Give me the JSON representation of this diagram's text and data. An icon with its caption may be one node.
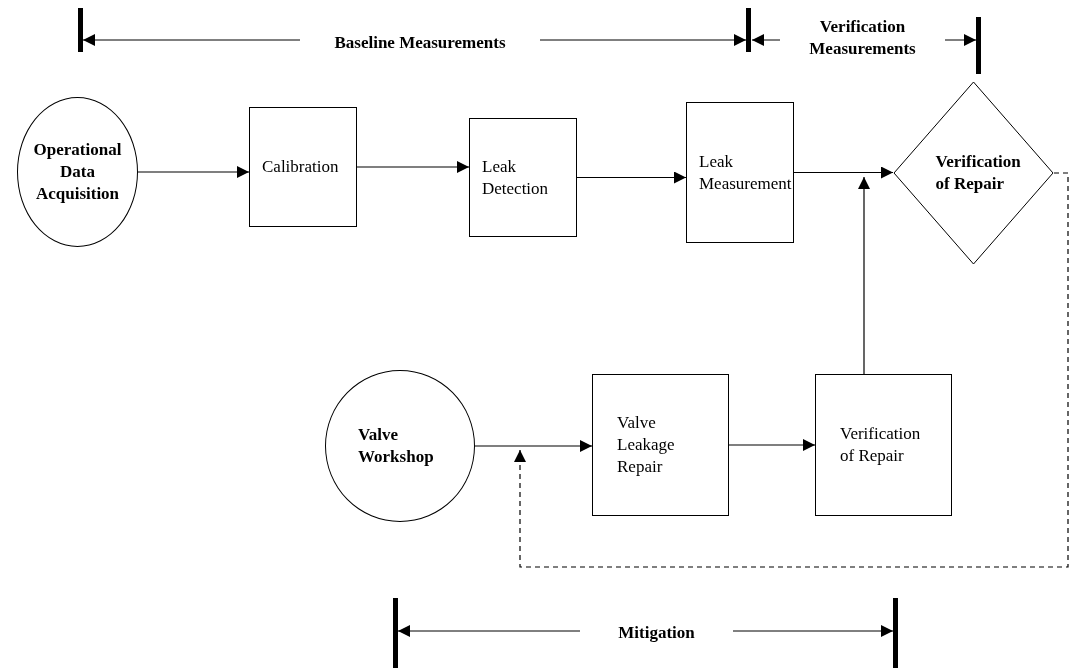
{
  "diagram": {
    "nodes": [
      {
        "text": [
          "Operational Data Acquisition"
        ]
      },
      {
        "text": [
          "Calibration"
        ]
      },
      {
        "text": [
          "Leak Detection"
        ]
      },
      {
        "text": [
          "Leak Measurement"
        ]
      },
      {
        "text": [
          "Verification of Repair"
        ]
      },
      {
        "text": [
          "Valve Workshop"
        ]
      },
      {
        "text": [
          "Valve Leakage Repair"
        ]
      },
      {
        "text": [
          "Verification of Repair"
        ]
      }
    ],
    "edges": [
      {
        "from": 0,
        "to": 1,
        "arrow": "to"
      },
      {
        "from": 1,
        "to": 2,
        "arrow": "to"
      },
      {
        "from": 2,
        "to": 3,
        "arrow": "to"
      },
      {
        "from": 3,
        "to": 4,
        "arrow": "to"
      },
      {
        "from": 7,
        "to": 4,
        "arrow": "to"
      },
      {
        "from": 5,
        "to": 6,
        "arrow": "to"
      },
      {
        "from": 6,
        "to": 7,
        "arrow": "to"
      },
      {
        "from": 4,
        "to": null,
        "arrow": "to",
        "style": "dashed"
      }
    ],
    "labels": [
      "Baseline Measurements",
      "Verification Measurements",
      "Mitigation"
    ]
  }
}
